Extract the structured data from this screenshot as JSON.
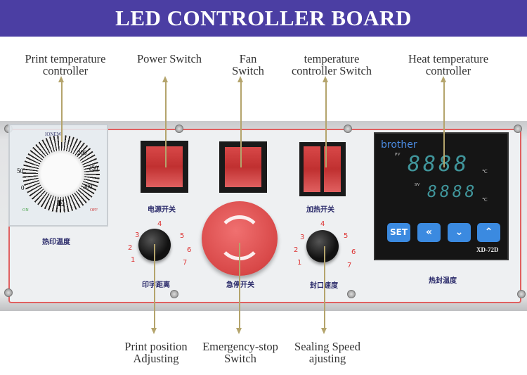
{
  "header": {
    "title": "LED CONTROLLER BOARD"
  },
  "callouts_top": [
    {
      "label": "Print temperature controller"
    },
    {
      "label": "Power Switch"
    },
    {
      "label": "Fan Switch"
    },
    {
      "label": "temperature controller Switch"
    },
    {
      "label": "Heat temperature controller"
    }
  ],
  "callouts_bottom": [
    {
      "label": "Print position Adjusting"
    },
    {
      "label": "Emergency-stop Switch"
    },
    {
      "label": "Sealing Speed ajusting"
    }
  ],
  "panel": {
    "power_switch_label": "电源开关",
    "heat_switch_label": "加热开关",
    "print_temp_label": "热印温度",
    "print_distance_label": "印字距离",
    "estop_label": "急停开关",
    "seal_speed_label": "封口速度",
    "heat_seal_temp_label": "热封温度",
    "dial": {
      "brand": "IONEW",
      "ticks": [
        "0",
        "50",
        "100",
        "150",
        "200",
        "250",
        "300"
      ],
      "letter": "E",
      "on": "ON",
      "off": "OFF"
    },
    "knob_scale": [
      "1",
      "2",
      "3",
      "4",
      "5",
      "6",
      "7"
    ],
    "controller": {
      "brand": "brother",
      "pv_label": "PV",
      "sv_label": "SV",
      "pv": "8888",
      "sv": "8888",
      "unit": "℃",
      "buttons": [
        "SET",
        "«",
        "⌄",
        "⌃"
      ],
      "model": "XD-72D"
    }
  }
}
